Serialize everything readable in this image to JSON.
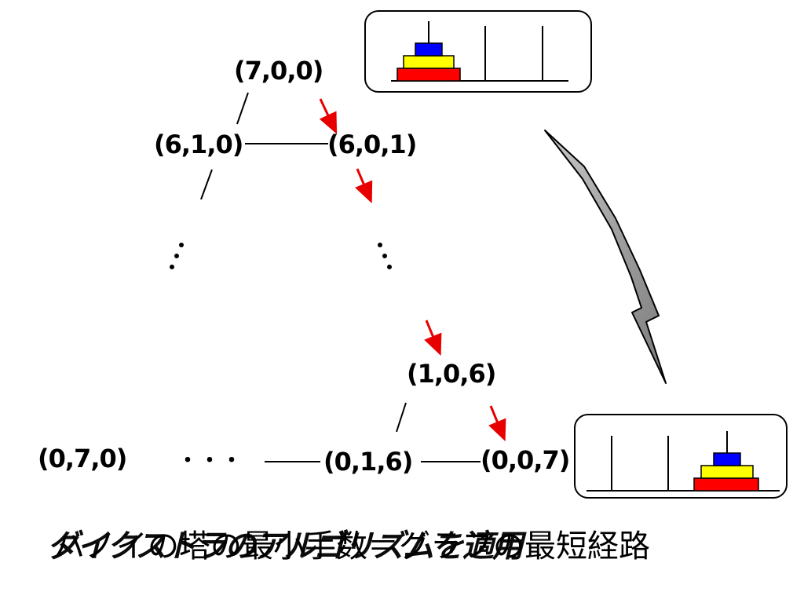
{
  "nodes": {
    "root": "(7,0,0)",
    "n610": "(6,1,0)",
    "n601": "(6,0,1)",
    "n106": "(1,0,6)",
    "n070": "(0,7,0)",
    "n016": "(0,1,6)",
    "n007": "(0,0,7)"
  },
  "ellipsis": "・・・",
  "captions": {
    "line1": "ダイクストラのアルゴリズムを適用",
    "line2": "ハノイの塔の最小手数＝グラフの最短経路"
  },
  "colors": {
    "arrow_red": "#e80000",
    "disk_red": "#ff0000",
    "disk_yellow": "#ffff00",
    "disk_blue": "#0000ff",
    "big_arrow": "#808080"
  }
}
